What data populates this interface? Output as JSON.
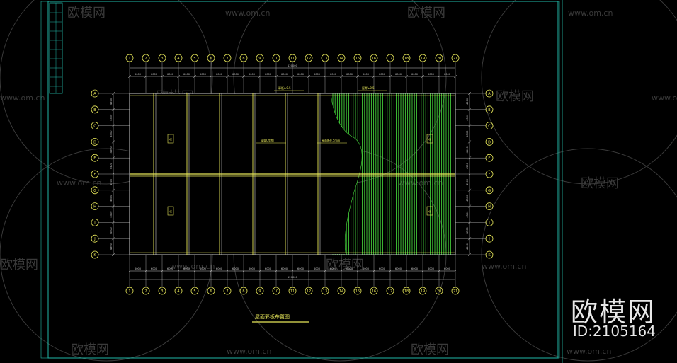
{
  "colors": {
    "background": "#000000",
    "frame": "#22b9a8",
    "line": "#c8c8c8",
    "beam": "#e8e85a",
    "panel": "#44d03a",
    "label": "#e8e85a",
    "watermark": "#3a3a3a",
    "brand": "#e8e8e8"
  },
  "watermark": {
    "logo_text": "欧模网",
    "url_text": "www.om.cn"
  },
  "brand": {
    "name": "欧模网",
    "id": "ID:2105164"
  },
  "drawing": {
    "title": "屋面彩板布置图",
    "top_axes": [
      "1",
      "2",
      "3",
      "4",
      "5",
      "6",
      "7",
      "8",
      "9",
      "10",
      "11",
      "12",
      "13",
      "14",
      "15",
      "16",
      "17",
      "18",
      "19",
      "20",
      "21"
    ],
    "bottom_axes": [
      "1",
      "2",
      "3",
      "4",
      "5",
      "6",
      "7",
      "8",
      "9",
      "10",
      "11",
      "12",
      "13",
      "14",
      "15",
      "16",
      "17",
      "18",
      "19",
      "20",
      "21"
    ],
    "left_axes": [
      "A",
      "B",
      "C",
      "D",
      "E",
      "F",
      "G",
      "H",
      "I",
      "J",
      "K"
    ],
    "right_axes": [
      "A",
      "B",
      "C",
      "D",
      "E",
      "F",
      "G",
      "H",
      "I",
      "J",
      "K"
    ],
    "bay_dims": [
      "6000",
      "6000",
      "6000",
      "6000",
      "6000",
      "6000",
      "6000",
      "6000",
      "6000",
      "6000",
      "6000",
      "6000",
      "6000",
      "6000",
      "6000",
      "6000",
      "6000",
      "6000",
      "6000",
      "6000"
    ],
    "total_dim": "120000",
    "span_dims": [
      "4500",
      "4500",
      "4500",
      "4500",
      "4500",
      "4500",
      "4500",
      "4500",
      "4500",
      "4500"
    ],
    "notes": [
      "彩板≥0.5",
      "屋脊≥0.5",
      "檩条C型钢",
      "屋面板0.5mm"
    ],
    "zone_tags": [
      "A区",
      "A区",
      "B区",
      "B区"
    ]
  }
}
